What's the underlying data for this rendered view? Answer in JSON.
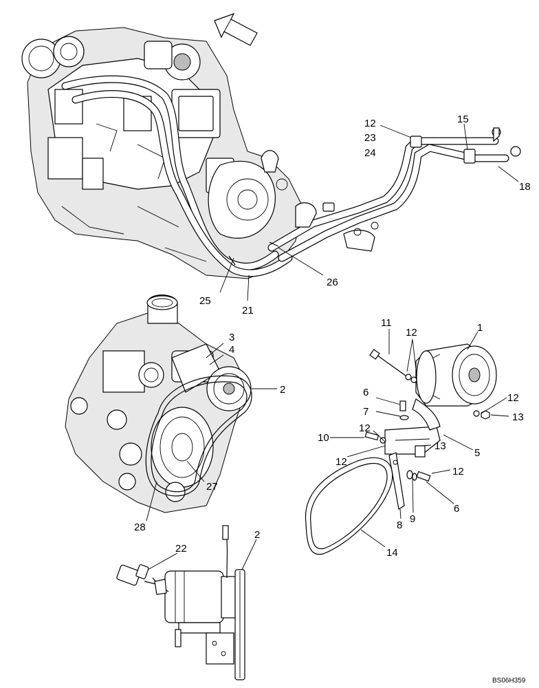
{
  "drawing_ref": "BS06H359",
  "callouts": {
    "c1": "1",
    "c2a": "2",
    "c2b": "2",
    "c3": "3",
    "c4": "4",
    "c5": "5",
    "c6a": "6",
    "c6b": "6",
    "c7": "7",
    "c8": "8",
    "c9": "9",
    "c10": "10",
    "c11": "11",
    "c12a": "12",
    "c12b": "12",
    "c12c": "12",
    "c12d": "12",
    "c12e": "12",
    "c12f": "12",
    "c13a": "13",
    "c13b": "13",
    "c14": "14",
    "c15": "15",
    "c18": "18",
    "c21": "21",
    "c22": "22",
    "c23": "23",
    "c24": "24",
    "c25": "25",
    "c26": "26",
    "c27": "27",
    "c28": "28"
  }
}
